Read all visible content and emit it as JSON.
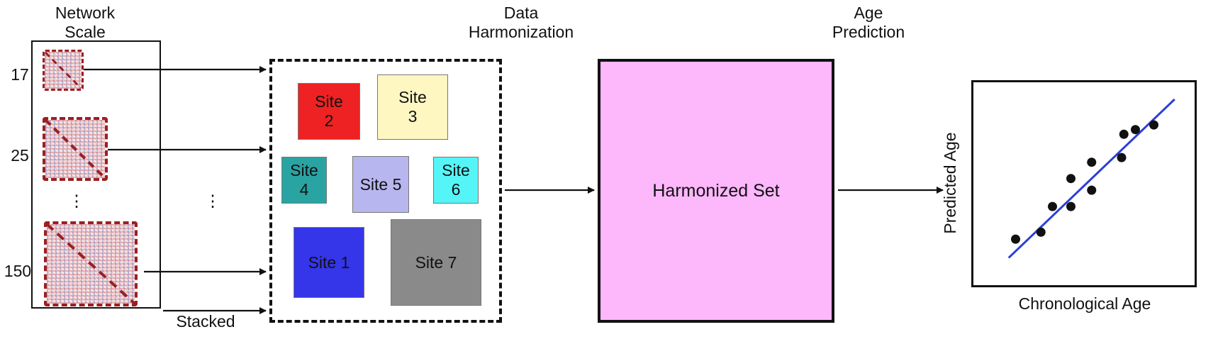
{
  "headings": {
    "network_scale": "Network\nScale",
    "data_harmonization": "Data\nHarmonization",
    "age_prediction": "Age\nPrediction"
  },
  "scales": [
    "17",
    "25",
    "⋮",
    "150"
  ],
  "column_dots": "⋮",
  "stacked_label": "Stacked",
  "sites": [
    {
      "label": "Site\n2",
      "color": "#ee2222"
    },
    {
      "label": "Site\n3",
      "color": "#fef7c2"
    },
    {
      "label": "Site\n4",
      "color": "#2aa3a3"
    },
    {
      "label": "Site 5",
      "color": "#b8b6ef"
    },
    {
      "label": "Site\n6",
      "color": "#55f5f7"
    },
    {
      "label": "Site 1",
      "color": "#3535ea"
    },
    {
      "label": "Site 7",
      "color": "#8a8a8a"
    }
  ],
  "harmonized_set": {
    "label": "Harmonized Set",
    "color": "#fdb7fb"
  },
  "chart": {
    "xlabel": "Chronological Age",
    "ylabel": "Predicted Age",
    "points": [
      [
        1.0,
        1.0
      ],
      [
        2.1,
        1.3
      ],
      [
        2.6,
        2.4
      ],
      [
        3.4,
        2.4
      ],
      [
        3.4,
        3.6
      ],
      [
        4.3,
        3.1
      ],
      [
        4.3,
        4.3
      ],
      [
        5.6,
        4.5
      ],
      [
        5.7,
        5.5
      ],
      [
        6.2,
        5.7
      ],
      [
        7.0,
        5.9
      ]
    ],
    "line_color": "#2a3fd8",
    "point_color": "#111111"
  }
}
